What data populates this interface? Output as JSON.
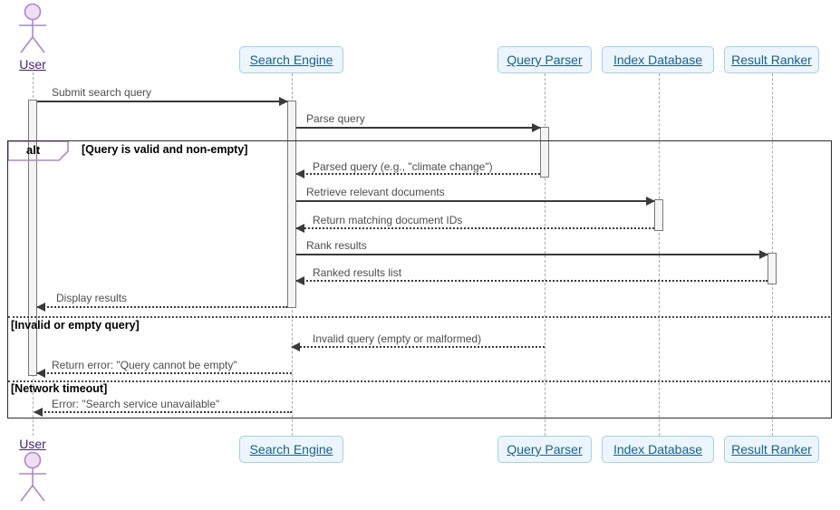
{
  "diagram": {
    "kind": "uml-sequence-diagram",
    "colors": {
      "arrow": "#3a3a3a",
      "message_text": "#4d4d4d",
      "lifeline": "#ababab",
      "activation_fill": "#f4f4f4",
      "activation_border": "#7a7a7a",
      "frame_border": "#2d2d2d",
      "participant_fill": "#ebf5fb",
      "participant_border": "#a9cfe5",
      "participant_text": "#1a618c",
      "actor_stroke": "#b085c9",
      "actor_head_fill": "#eedff6",
      "actor_text": "#4a2173"
    }
  },
  "actors": {
    "user": {
      "label": "User"
    }
  },
  "participants": [
    {
      "label": "Search Engine"
    },
    {
      "label": "Query Parser"
    },
    {
      "label": "Index Database"
    },
    {
      "label": "Result Ranker"
    }
  ],
  "fragment": {
    "operator": "alt",
    "guards": [
      "[Query is valid and non-empty]",
      "[Invalid or empty query]",
      "[Network timeout]"
    ]
  },
  "messages": {
    "submit": {
      "label": "Submit search query",
      "type": "solid"
    },
    "parse": {
      "label": "Parse query",
      "type": "solid"
    },
    "parsed": {
      "label": "Parsed query (e.g., \"climate change\")",
      "type": "dotted"
    },
    "retrieve": {
      "label": "Retrieve relevant documents",
      "type": "solid"
    },
    "return_ids": {
      "label": "Return matching document IDs",
      "type": "dotted"
    },
    "rank": {
      "label": "Rank results",
      "type": "solid"
    },
    "ranked": {
      "label": "Ranked results list",
      "type": "dotted"
    },
    "display": {
      "label": "Display results",
      "type": "dotted"
    },
    "invalid": {
      "label": "Invalid query (empty or malformed)",
      "type": "dotted"
    },
    "return_error": {
      "label": "Return error: \"Query cannot be empty\"",
      "type": "dotted"
    },
    "timeout_error": {
      "label": "Error: \"Search service unavailable\"",
      "type": "dotted"
    }
  }
}
